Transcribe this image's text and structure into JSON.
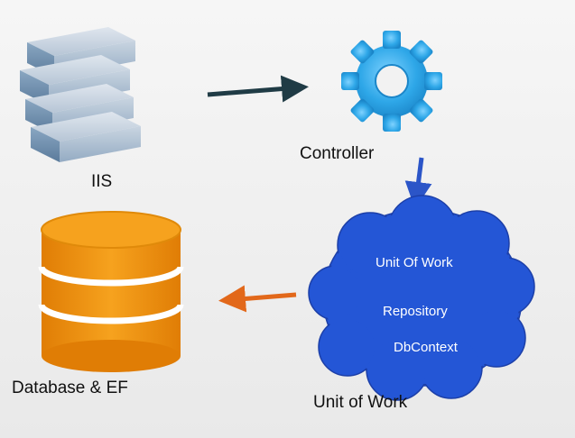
{
  "nodes": {
    "iis": {
      "label": "IIS"
    },
    "controller": {
      "label": "Controller"
    },
    "unit_of_work": {
      "label": "Unit of Work",
      "inner": [
        "Unit Of Work",
        "Repository",
        "DbContext"
      ]
    },
    "database": {
      "label": "Database & EF"
    }
  },
  "colors": {
    "server_blue": "#6f8fae",
    "gear_blue": "#2ea7e8",
    "cloud_blue": "#2456d6",
    "database_orange": "#f0920f",
    "arrow_dark": "#1f3b45",
    "arrow_blue": "#2b55c8",
    "arrow_orange": "#e2681a"
  },
  "icons": {
    "iis": "server-stack-icon",
    "controller": "gear-icon",
    "unit_of_work": "cloud-icon",
    "database": "database-icon"
  }
}
